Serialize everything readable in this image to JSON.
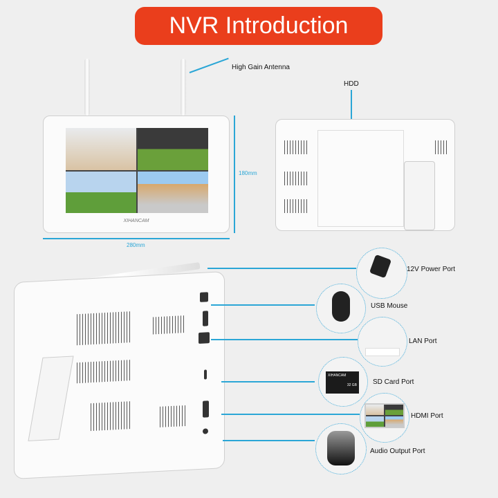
{
  "title": "NVR Introduction",
  "front": {
    "antenna_label": "High Gain Antenna",
    "brand": "XIHANCAM",
    "height": "180mm",
    "width": "280mm"
  },
  "back": {
    "hdd_label": "HDD"
  },
  "ports": [
    {
      "label": "12V Power Port",
      "icon": "power-adapter-icon"
    },
    {
      "label": "USB Mouse",
      "icon": "mouse-icon"
    },
    {
      "label": "LAN Port",
      "icon": "router-icon"
    },
    {
      "label": "SD Card Port",
      "icon": "sd-card-icon"
    },
    {
      "label": "HDMI Port",
      "icon": "monitor-icon"
    },
    {
      "label": "Audio Output Port",
      "icon": "speaker-icon"
    }
  ],
  "sd_card": {
    "brand": "XIHANCAM",
    "capacity": "32 GB"
  },
  "colors": {
    "banner": "#ea3e1c",
    "accent": "#2aa6d6"
  }
}
